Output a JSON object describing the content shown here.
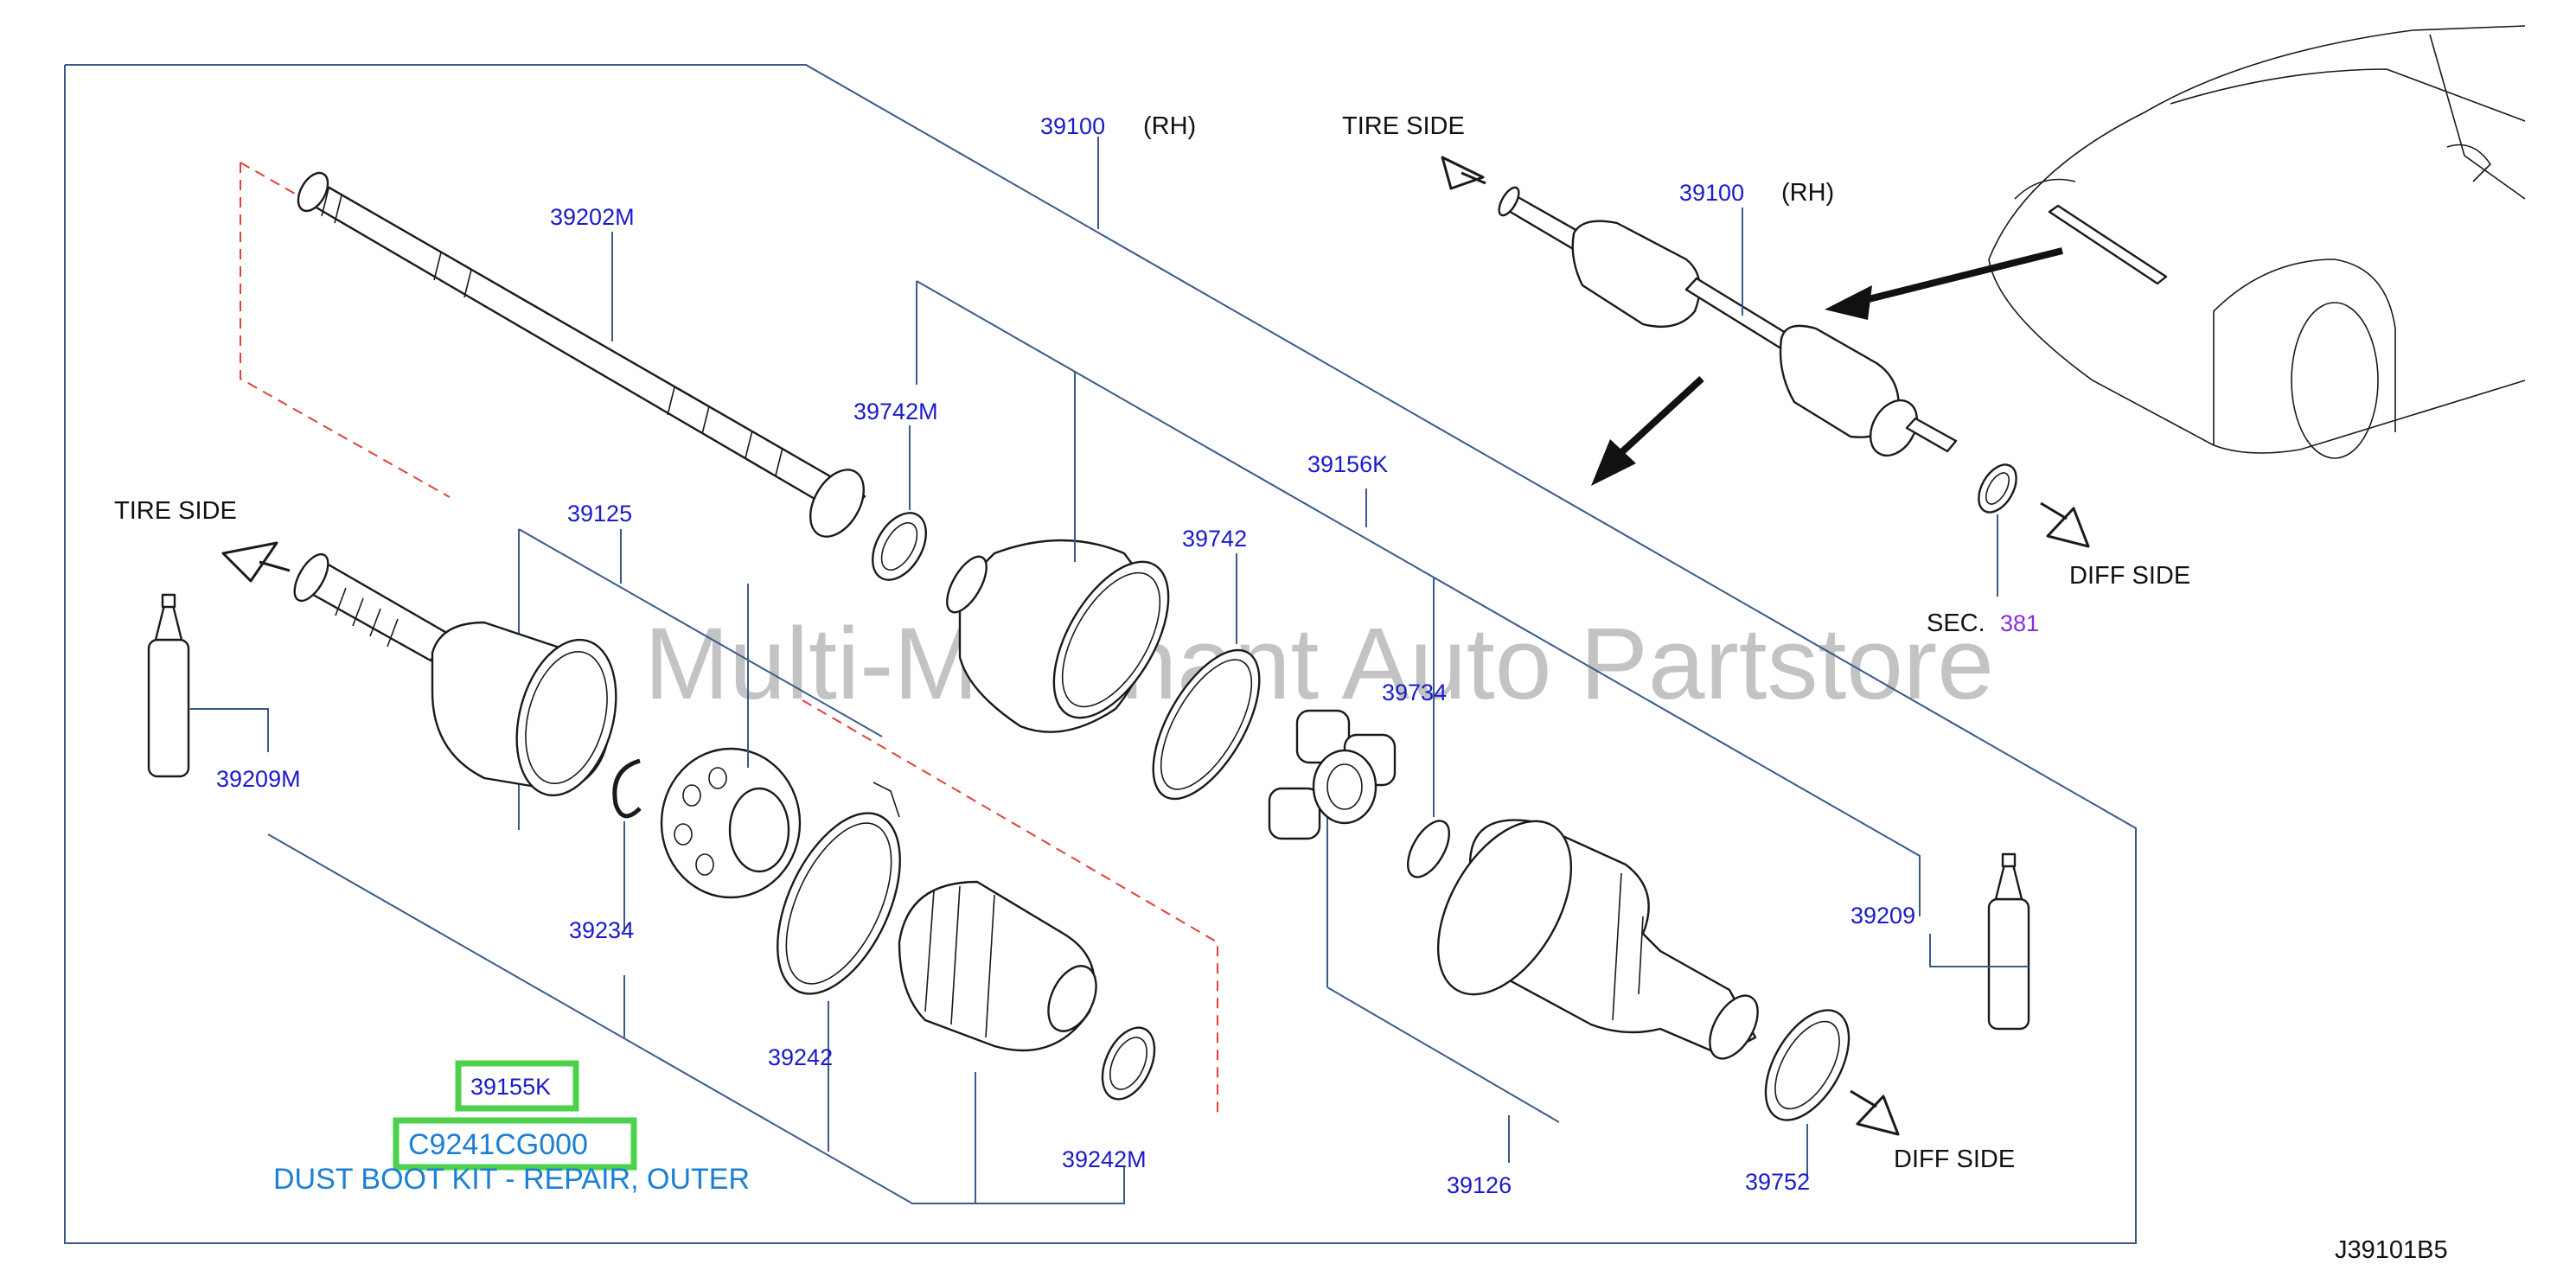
{
  "watermark": "Multi-Merchant Auto Partstore",
  "diagram_code": "J39101B5",
  "direction_labels": {
    "tire_side_top": "TIRE   SIDE",
    "tire_side_left": "TIRE   SIDE",
    "diff_side_top": "DIFF   SIDE",
    "diff_side_bottom": "DIFF   SIDE"
  },
  "section_ref": {
    "prefix": "SEC.",
    "number": "381"
  },
  "callouts": {
    "p39100_main": "39100",
    "rh_main": "(RH)",
    "p39100_inset": "39100",
    "rh_inset": "(RH)",
    "p39202M": "39202M",
    "p39742M": "39742M",
    "p39742": "39742",
    "p39156K": "39156K",
    "p39125": "39125",
    "p39734": "39734",
    "p39209M": "39209M",
    "p39234": "39234",
    "p39242": "39242",
    "p39242M": "39242M",
    "p39209": "39209",
    "p39126": "39126",
    "p39752": "39752"
  },
  "highlight": {
    "part_number": "39155K",
    "sku": "C9241CG000",
    "description": "DUST BOOT KIT - REPAIR, OUTER",
    "color": "#4cd14c"
  },
  "colors": {
    "callout": "#1a1acc",
    "leader": "#3a5a8a",
    "phantom": "#e0403a",
    "sku_text": "#1b7fd4"
  }
}
